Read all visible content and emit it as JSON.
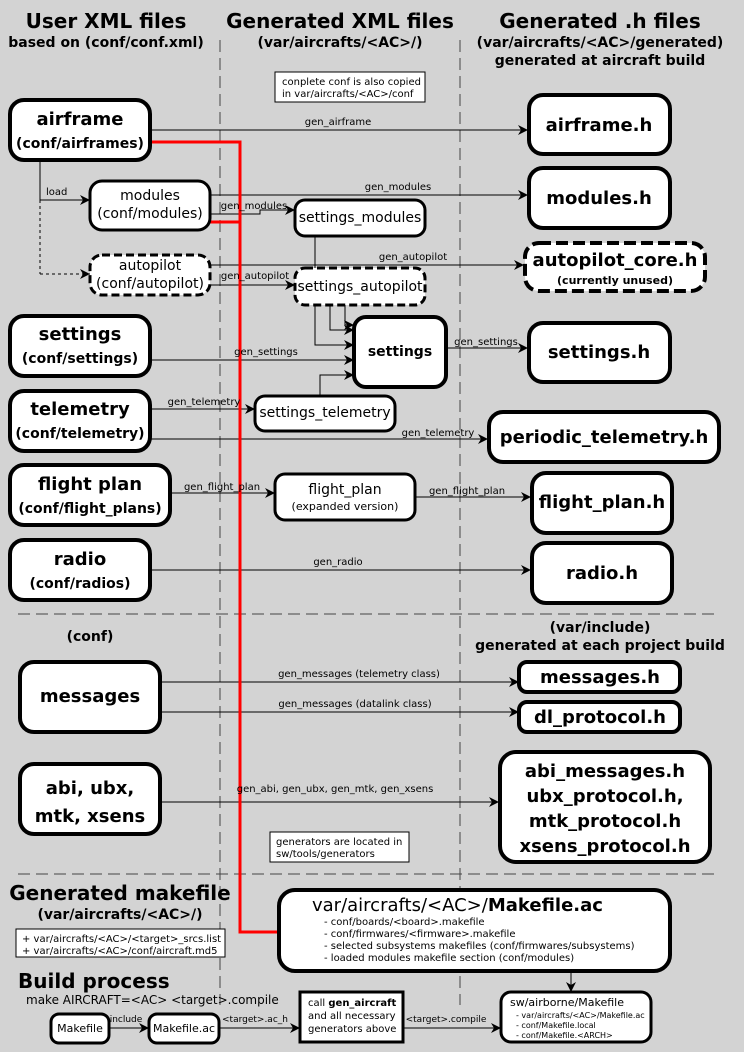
{
  "columns": {
    "user": {
      "title": "User XML files",
      "subtitle": "based on (conf/conf.xml)"
    },
    "generated_xml": {
      "title": "Generated XML files",
      "subtitle": "(var/aircrafts/<AC>/)"
    },
    "generated_h": {
      "title": "Generated .h files",
      "subtitle_1": "(var/aircrafts/<AC>/generated)",
      "subtitle_2": "generated at aircraft build"
    }
  },
  "notes": {
    "conf_copy_1": "conplete conf is also copied",
    "conf_copy_2": "in var/aircrafts/<AC>/conf",
    "generators_1": "generators are located in",
    "generators_2": "sw/tools/generators"
  },
  "user_files": {
    "airframe": {
      "name": "airframe",
      "path": "(conf/airframes)"
    },
    "modules": {
      "name": "modules",
      "path": "(conf/modules)"
    },
    "autopilot": {
      "name": "autopilot",
      "path": "(conf/autopilot)"
    },
    "settings": {
      "name": "settings",
      "path": "(conf/settings)"
    },
    "telemetry": {
      "name": "telemetry",
      "path": "(conf/telemetry)"
    },
    "flight_plan": {
      "name": "flight plan",
      "path": "(conf/flight_plans)"
    },
    "radio": {
      "name": "radio",
      "path": "(conf/radios)"
    }
  },
  "generated_xml_files": {
    "settings_modules": "settings_modules",
    "settings_autopilot": "settings_autopilot",
    "settings": "settings",
    "settings_telemetry": "settings_telemetry",
    "flight_plan": "flight_plan",
    "flight_plan_sub": "(expanded version)"
  },
  "generated_h_files": {
    "airframe": "airframe.h",
    "modules": "modules.h",
    "autopilot_core": "autopilot_core.h",
    "autopilot_core_note": "(currently unused)",
    "settings": "settings.h",
    "periodic_telemetry": "periodic_telemetry.h",
    "flight_plan": "flight_plan.h",
    "radio": "radio.h"
  },
  "edge_labels": {
    "gen_airframe": "gen_airframe",
    "load": "load",
    "gen_modules": "gen_modules",
    "gen_modules_2": "gen_modules",
    "gen_autopilot": "gen_autopilot",
    "gen_autopilot_2": "gen_autopilot",
    "gen_settings": "gen_settings",
    "gen_settings_2": "gen_settings",
    "gen_telemetry": "gen_telemetry",
    "gen_telemetry_2": "gen_telemetry",
    "gen_flight_plan": "gen_flight_plan",
    "gen_flight_plan_2": "gen_flight_plan",
    "gen_radio": "gen_radio",
    "gen_messages_telemetry": "gen_messages (telemetry class)",
    "gen_messages_datalink": "gen_messages (datalink class)",
    "gen_abi": "gen_abi, gen_ubx, gen_mtk, gen_xsens",
    "include": "include",
    "target_ac_h": "<target>.ac_h",
    "target_compile": "<target>.compile"
  },
  "project_section": {
    "conf_label": "(conf)",
    "var_include": "(var/include)",
    "var_include_sub": "generated at each project build",
    "messages": "messages",
    "abi_1": "abi, ubx,",
    "abi_2": "mtk, xsens",
    "messages_h": "messages.h",
    "dl_protocol_h": "dl_protocol.h",
    "abi_h": [
      "abi_messages.h",
      "ubx_protocol.h,",
      "mtk_protocol.h",
      "xsens_protocol.h"
    ]
  },
  "makefile_section": {
    "title": "Generated makefile",
    "subtitle": "(var/aircrafts/<AC>/)",
    "list_1": "+ var/aircrafts/<AC>/<target>_srcs.list",
    "list_2": "+ var/aircrafts/<AC>/conf/aircraft.md5",
    "makefile_ac_prefix": "var/aircrafts/<AC>/",
    "makefile_ac_name": "Makefile.ac",
    "makefile_ac_items": [
      "- conf/boards/<board>.makefile",
      "- conf/firmwares/<firmware>.makefile",
      "- selected subsystems makefiles (conf/firmwares/subsystems)",
      "- loaded modules makefile section (conf/modules)"
    ]
  },
  "build_section": {
    "title": "Build process",
    "command": "make AIRCRAFT=<AC> <target>.compile",
    "makefile": "Makefile",
    "makefile_ac": "Makefile.ac",
    "call_1_prefix": "call ",
    "call_1_bold": "gen_aircraft",
    "call_2": "and all necessary",
    "call_3": "generators above",
    "airborne_title": "sw/airborne/Makefile",
    "airborne_items": [
      "- var/aircrafts/<AC>/Makefile.ac",
      "- conf/Makefile.local",
      "- conf/Makefile.<ARCH>"
    ]
  },
  "colors": {
    "background": "#d3d3d3",
    "box_fill": "#ffffff",
    "stroke": "#000000",
    "highlight": "#ff0000"
  }
}
